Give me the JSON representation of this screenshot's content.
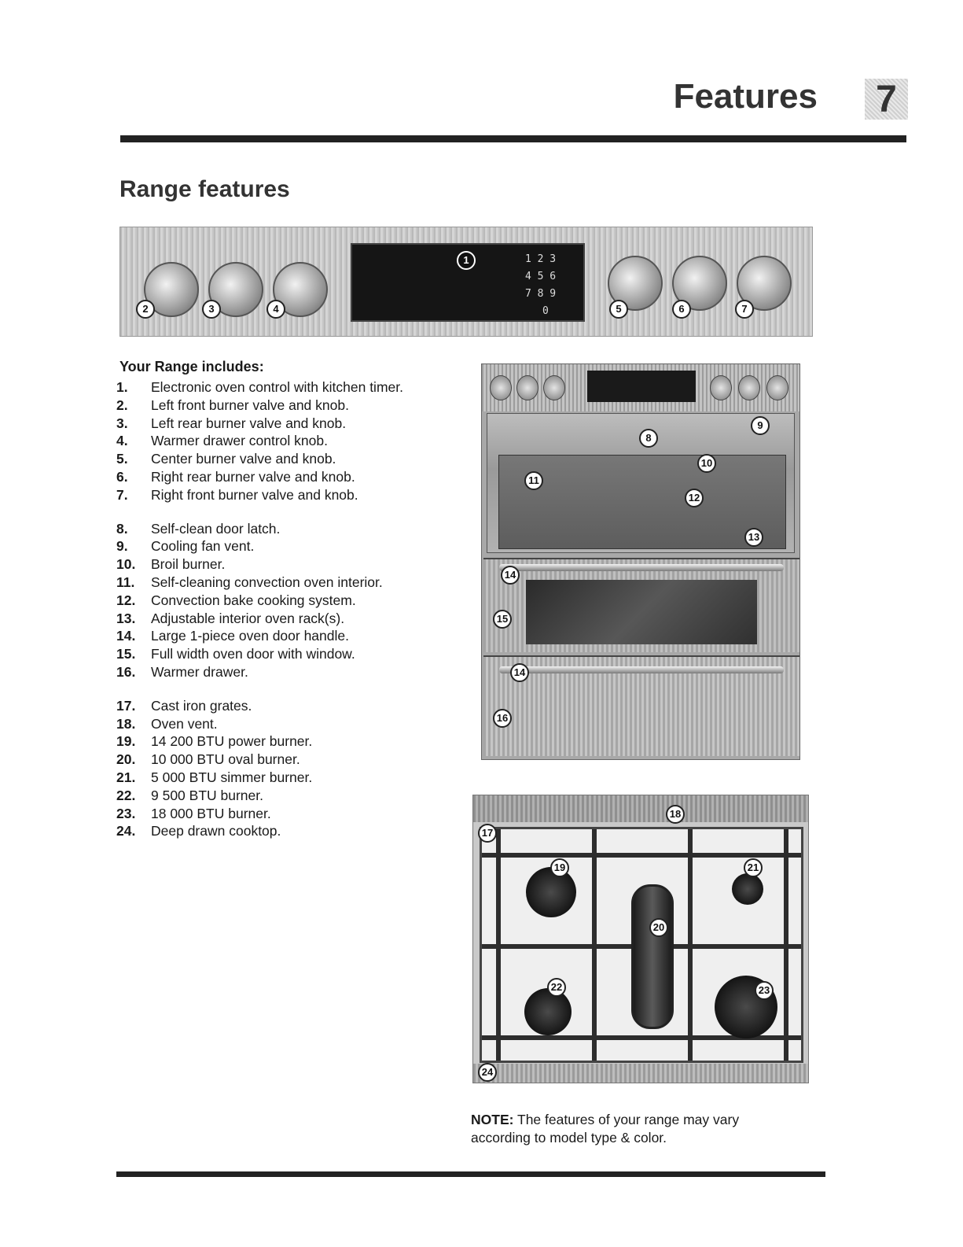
{
  "header": {
    "title": "Features",
    "page_number": "7"
  },
  "section_title": "Range features",
  "control_panel": {
    "keypad": [
      "1 2 3",
      "4 5 6",
      "7 8 9",
      "0"
    ],
    "callouts": [
      "1",
      "2",
      "3",
      "4",
      "5",
      "6",
      "7"
    ]
  },
  "list": {
    "heading": "Your Range includes:",
    "items": [
      {
        "num": "1.",
        "text": "Electronic oven control with kitchen timer."
      },
      {
        "num": "2.",
        "text": "Left front burner valve and knob."
      },
      {
        "num": "3.",
        "text": "Left rear burner valve and knob."
      },
      {
        "num": "4.",
        "text": "Warmer drawer control knob."
      },
      {
        "num": "5.",
        "text": "Center burner valve and knob."
      },
      {
        "num": "6.",
        "text": "Right rear burner valve and knob."
      },
      {
        "num": "7.",
        "text": "Right front burner valve and knob."
      },
      {
        "num": "8.",
        "text": "Self-clean door latch."
      },
      {
        "num": "9.",
        "text": "Cooling fan vent."
      },
      {
        "num": "10.",
        "text": "Broil burner."
      },
      {
        "num": "11.",
        "text": "Self-cleaning convection oven interior."
      },
      {
        "num": "12.",
        "text": "Convection bake cooking system."
      },
      {
        "num": "13.",
        "text": "Adjustable interior oven rack(s)."
      },
      {
        "num": "14.",
        "text": "Large 1-piece oven door handle."
      },
      {
        "num": "15.",
        "text": "Full width oven door with window."
      },
      {
        "num": "16.",
        "text": "Warmer drawer."
      },
      {
        "num": "17.",
        "text": "Cast iron grates."
      },
      {
        "num": "18.",
        "text": "Oven vent."
      },
      {
        "num": "19.",
        "text": "14 200 BTU power burner."
      },
      {
        "num": "20.",
        "text": "10 000 BTU oval burner."
      },
      {
        "num": "21.",
        "text": "5 000 BTU simmer burner."
      },
      {
        "num": "22.",
        "text": "9 500 BTU burner."
      },
      {
        "num": "23.",
        "text": "18 000 BTU burner."
      },
      {
        "num": "24.",
        "text": "Deep drawn cooktop."
      }
    ]
  },
  "range_front_callouts": [
    "8",
    "9",
    "10",
    "11",
    "12",
    "13",
    "14",
    "15",
    "14",
    "16"
  ],
  "cooktop_callouts": [
    "17",
    "18",
    "19",
    "20",
    "21",
    "22",
    "23",
    "24"
  ],
  "note": {
    "label": "NOTE:",
    "text": " The features of your range may vary according to model type & color."
  }
}
